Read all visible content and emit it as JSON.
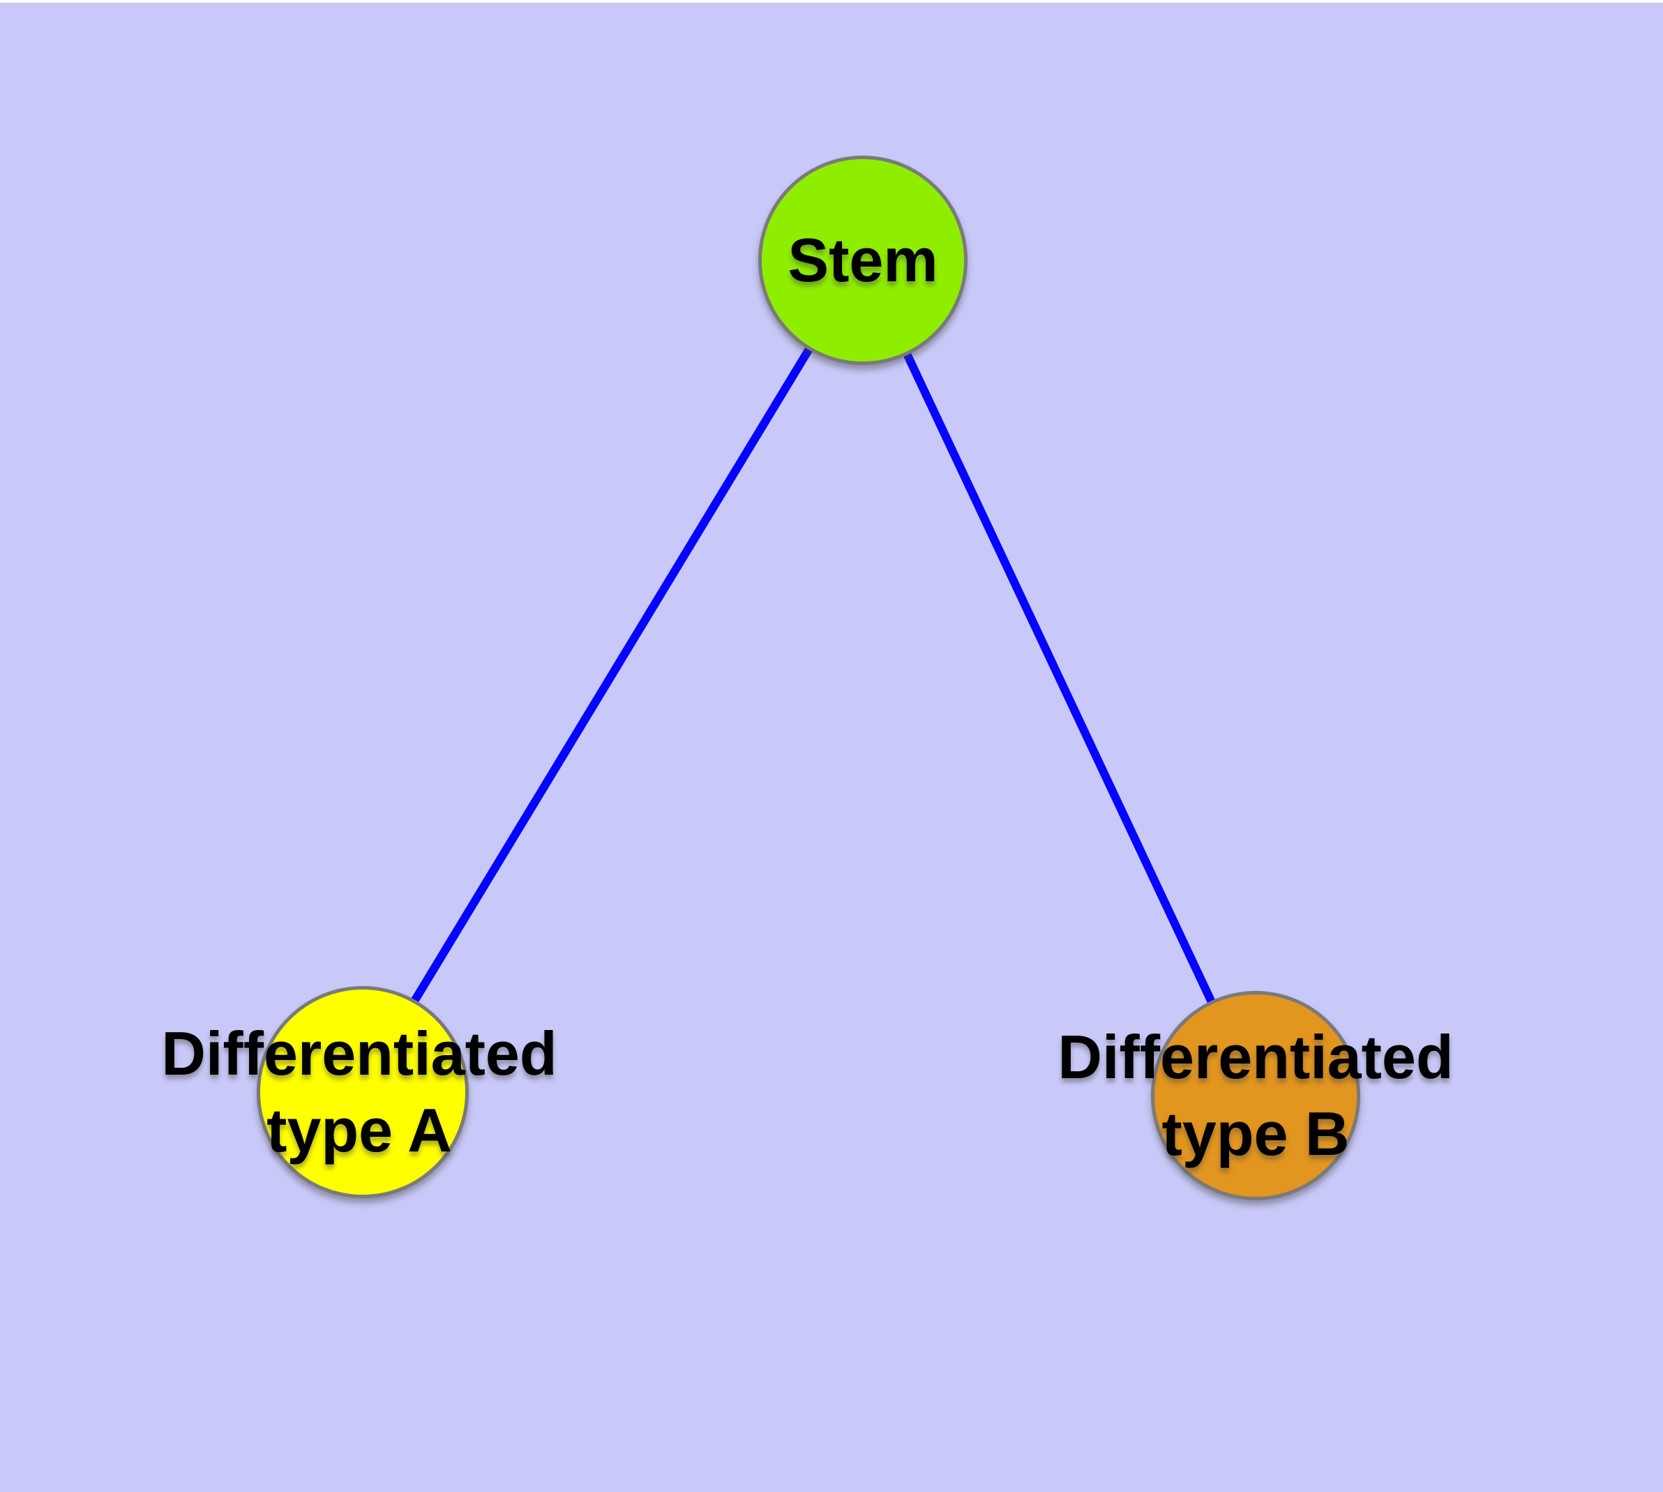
{
  "colors": {
    "background": "#C9C9F9",
    "top_margin": "#FFFFFF",
    "edge": "#0505FF",
    "node_border": "#7A7A7A",
    "label_text": "#000000"
  },
  "graph": {
    "type": "node-link-diagram",
    "nodes": [
      {
        "id": "stem",
        "label": "Stem",
        "label_line1": "Stem",
        "label_line2": "",
        "fill": "#8FEE00"
      },
      {
        "id": "diff-a",
        "label": "Differentiated type A",
        "label_line1": "Differentiated",
        "label_line2": "type A",
        "fill": "#FFFF00"
      },
      {
        "id": "diff-b",
        "label": "Differentiated type B",
        "label_line1": "Differentiated",
        "label_line2": "type B",
        "fill": "#E2951F"
      }
    ],
    "edges": [
      {
        "source": "stem",
        "target": "diff-a"
      },
      {
        "source": "stem",
        "target": "diff-b"
      }
    ]
  }
}
